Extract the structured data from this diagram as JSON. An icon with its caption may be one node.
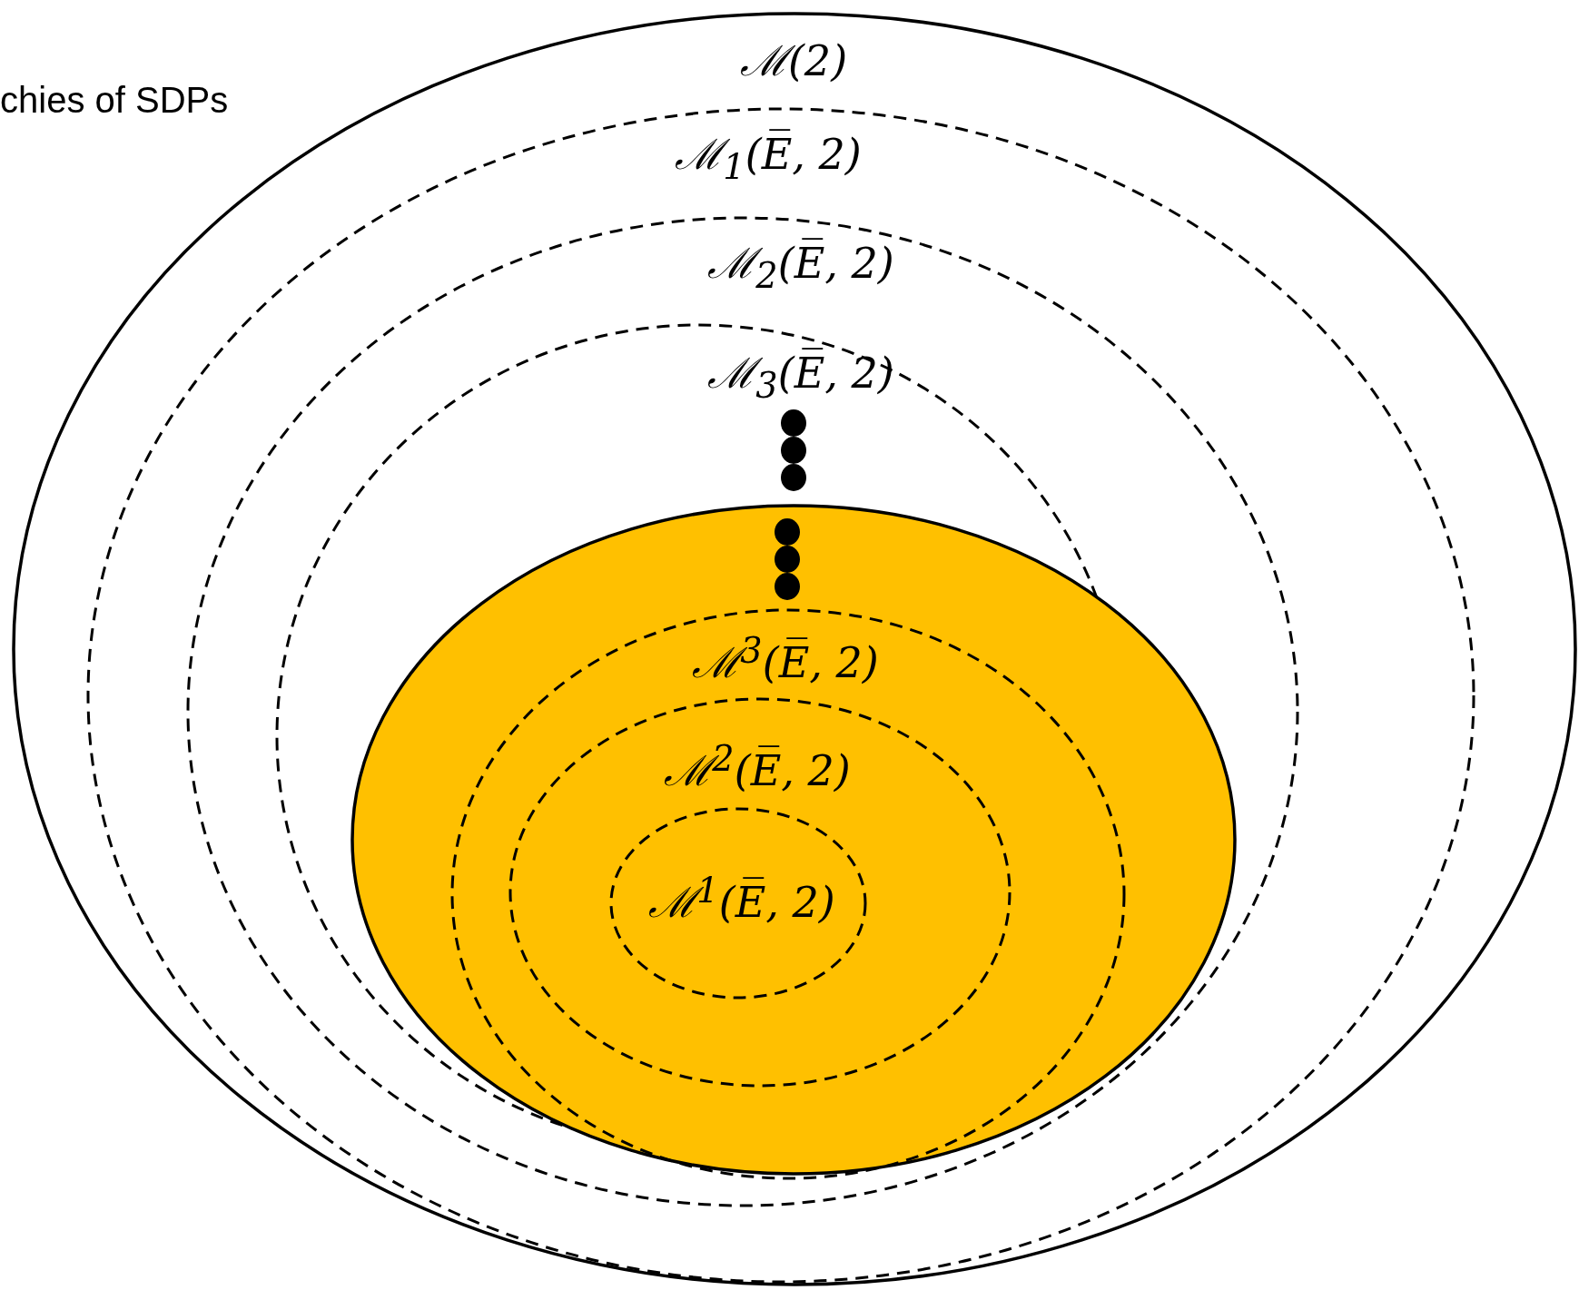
{
  "diagram": {
    "nodes": [
      {
        "text": [
          "ℳ(2)"
        ]
      },
      {
        "text": [
          "ℳ$_{1}$(E̅, 2)"
        ],
        "in": 0
      },
      {
        "text": [
          "ℳ$_{2}$(E̅, 2)"
        ],
        "in": 1
      },
      {
        "text": [
          "ℳ$_{3}$(E̅, 2)"
        ],
        "in": 2
      },
      {
        "text": [],
        "shape": "ellipse",
        "in": 3
      },
      {
        "text": [
          "ℳ$^{3}$(E̅, 2)"
        ],
        "in": 4
      },
      {
        "text": [
          "ℳ$^{2}$(E̅, 2)"
        ],
        "in": 5
      },
      {
        "text": [
          "ℳ$^{1}$(E̅, 2)"
        ],
        "in": 6
      }
    ],
    "edges": [],
    "labels": [
      "chies of SDPs"
    ]
  }
}
